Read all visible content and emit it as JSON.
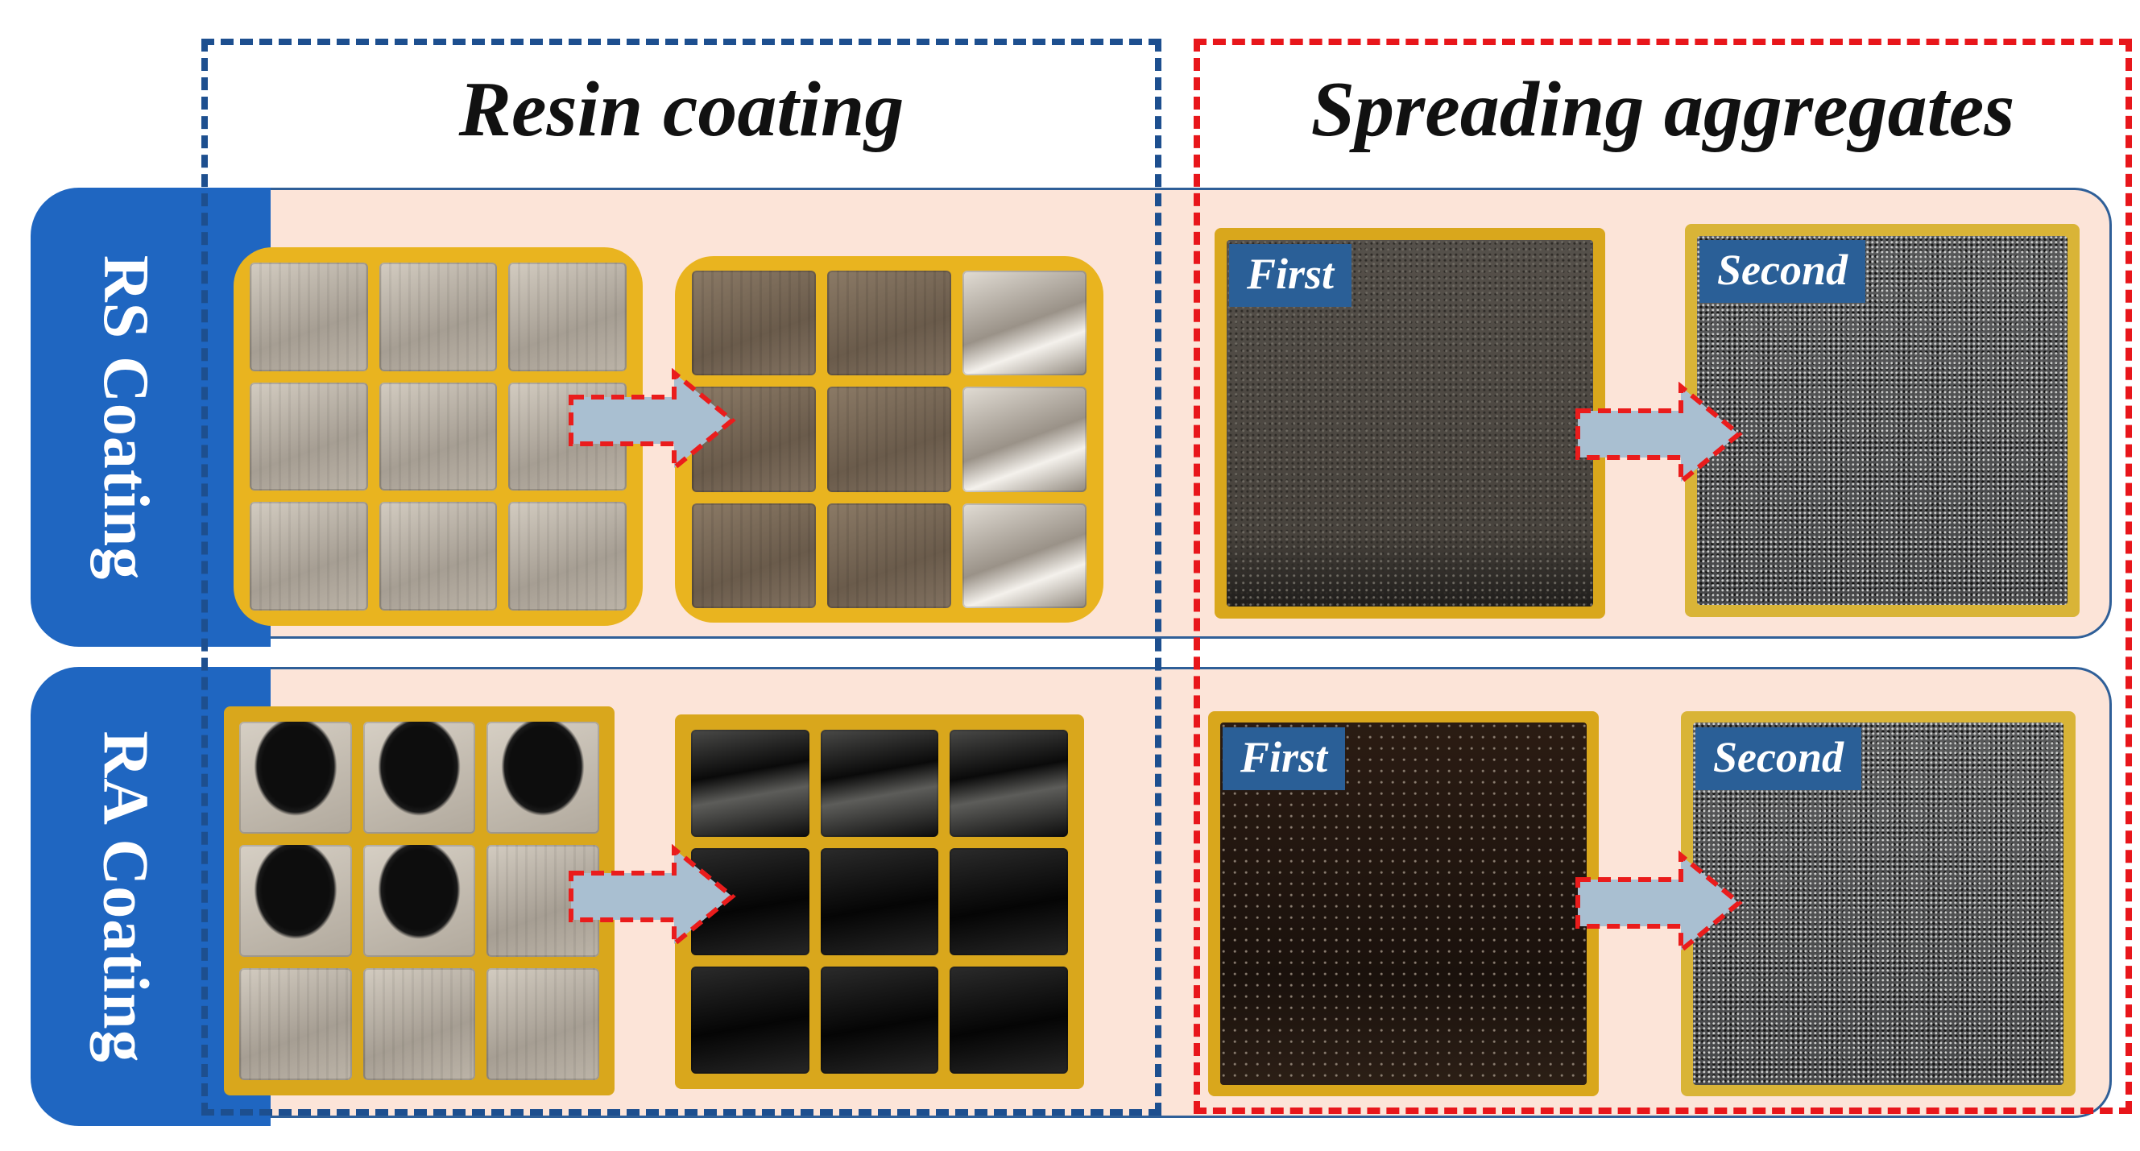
{
  "headers": {
    "resin": "Resin coating",
    "spread": "Spreading aggregates"
  },
  "rows": {
    "rs": {
      "label": "RS Coating",
      "chips": {
        "first": "First",
        "second": "Second"
      }
    },
    "ra": {
      "label": "RA Coating",
      "chips": {
        "first": "First",
        "second": "Second"
      }
    }
  },
  "colors": {
    "resin_box": "#1d4f8f",
    "spread_box": "#e8161b",
    "side_tab": "#1f66c1",
    "panel_fill": "#fce4d8",
    "chip": "#2a5f97",
    "arrow_fill": "#a9bfd1",
    "arrow_stroke": "#ea1c1c"
  }
}
